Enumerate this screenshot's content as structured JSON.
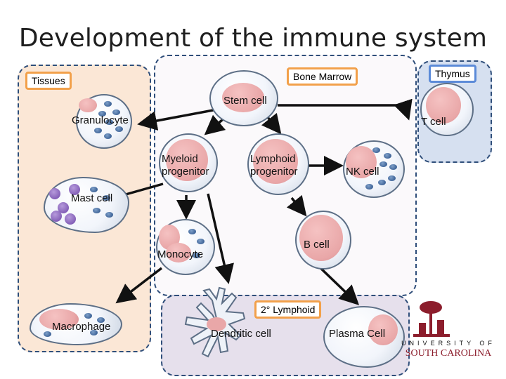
{
  "title": "Development of the immune system",
  "regions": {
    "tissues": "Tissues",
    "bone_marrow": "Bone Marrow",
    "thymus": "Thymus",
    "secondary_lymphoid": "2° Lymphoid"
  },
  "cells": {
    "stem_cell": "Stem cell",
    "granulocyte": "Granulocyte",
    "t_cell": "T cell",
    "myeloid_progenitor": "Myeloid progenitor",
    "lymphoid_progenitor": "Lymphoid progenitor",
    "nk_cell": "NK cell",
    "mast_cell": "Mast cell",
    "b_cell": "B cell",
    "monocyte": "Monocyte",
    "macrophage": "Macrophage",
    "dendritic_cell": "Dendritic cell",
    "plasma_cell": "Plasma Cell"
  },
  "logo": {
    "text_line1": "UNIVERSITY OF",
    "text_line2": "SOUTH CAROLINA"
  },
  "colors": {
    "tissues_bg": "#fbe7d6",
    "bone_marrow_bg": "#fbf9fb",
    "thymus_bg": "#d6e0f0",
    "lymphoid_bg": "#e6e0ec",
    "arrow": "#111111",
    "logo": "#8c1d2c"
  }
}
